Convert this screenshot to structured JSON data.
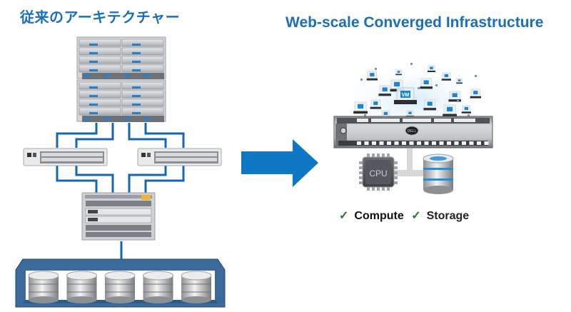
{
  "left": {
    "title": "従来のアーキテクチャー",
    "components": {
      "blade_chassis_icon": "blade-server-chassis",
      "switch_icon": "network-switch",
      "core_switch_icon": "core-switch-chassis",
      "storage_icon": "database-disk",
      "storage_disk_count": 5
    }
  },
  "arrow": {
    "icon": "right-arrow"
  },
  "right": {
    "title": "Web-scale Converged Infrastructure",
    "vm_badge": "VM",
    "cpu_label": "CPU",
    "features": [
      {
        "check": "✓",
        "label": "Compute"
      },
      {
        "check": "✓",
        "label": "Storage"
      }
    ]
  },
  "colors": {
    "accent_blue": "#1a6fb8",
    "link_blue": "#1565b5",
    "arrow_blue": "#0f78c4",
    "tray_blue": "#3b6b9b",
    "check_green": "#1e7a2e"
  }
}
